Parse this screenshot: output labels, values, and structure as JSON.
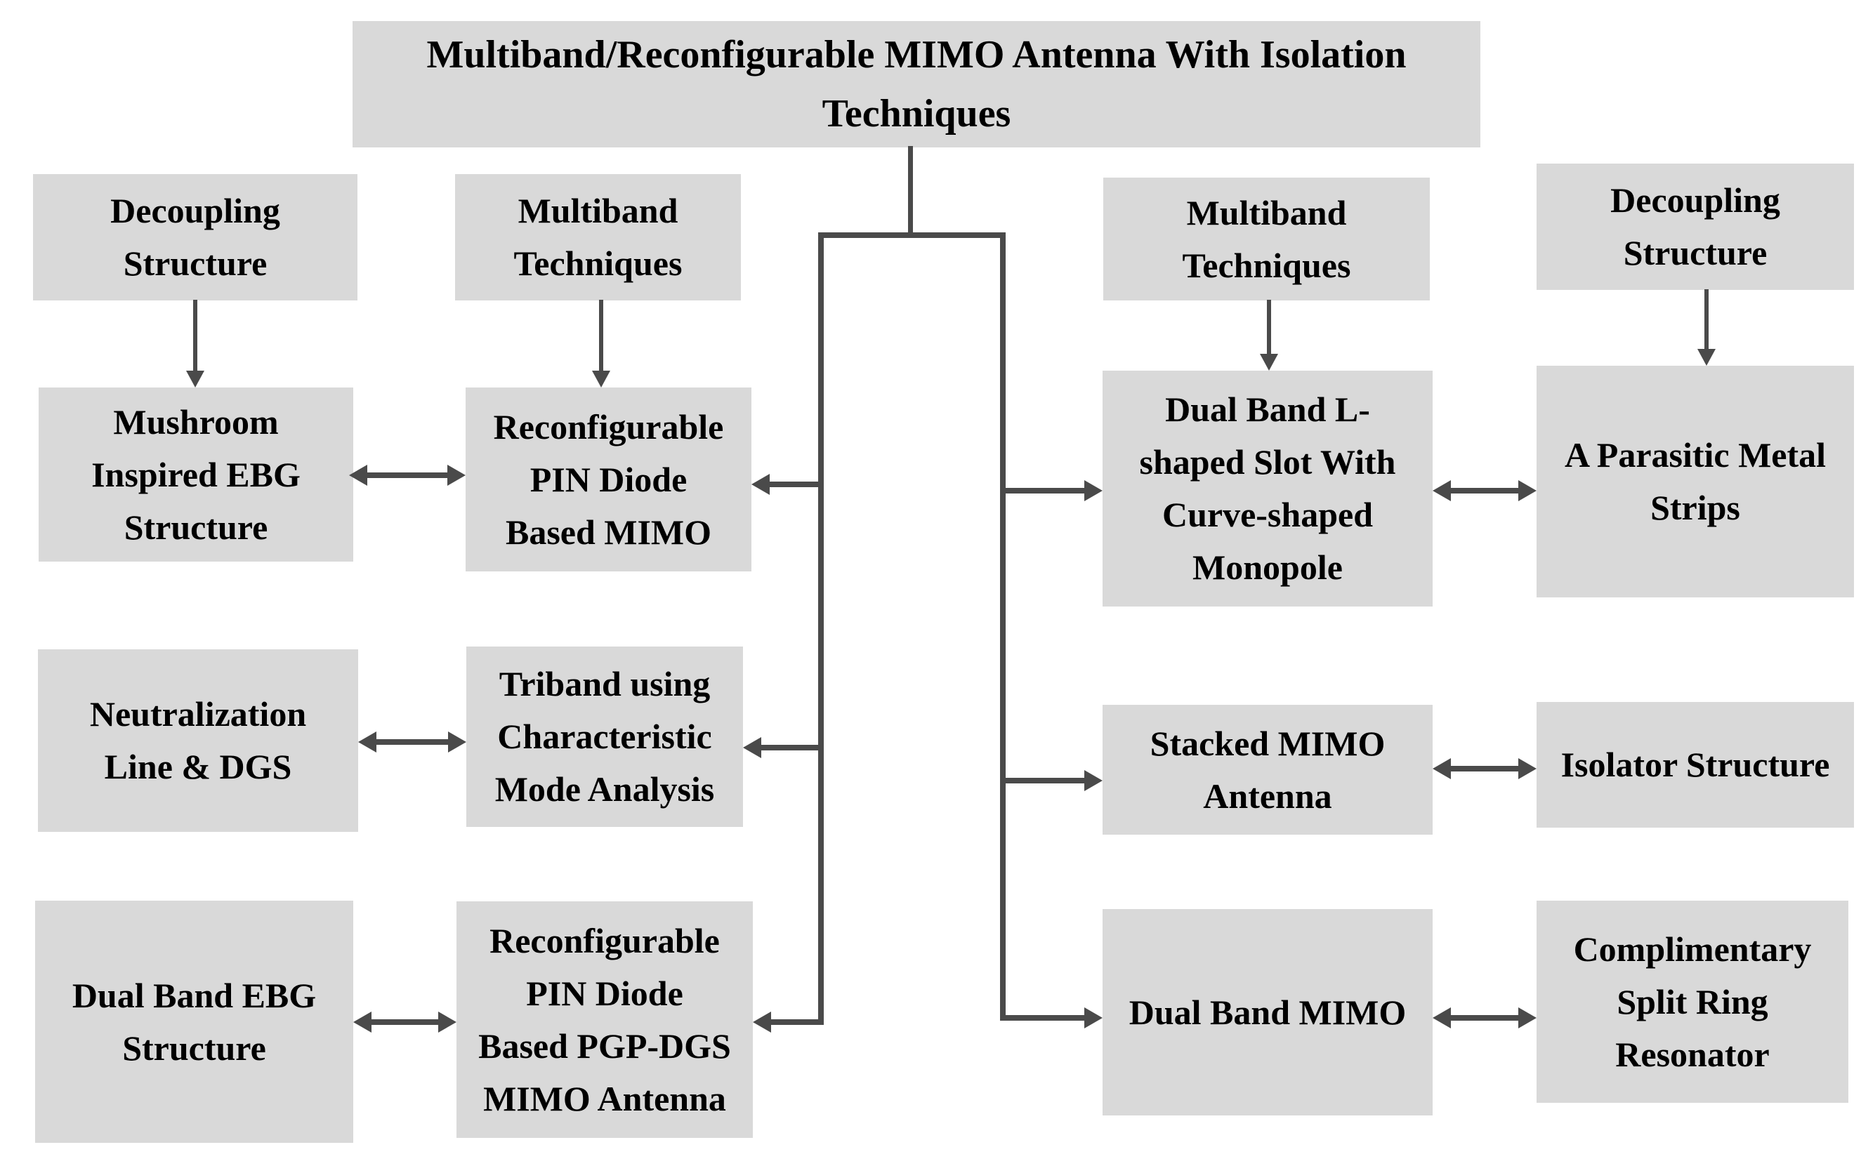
{
  "colors": {
    "box_fill": "#d9d9d9",
    "line": "#4a4a4a",
    "text": "#000000",
    "background": "#ffffff"
  },
  "nodes": {
    "title": {
      "label": "Multiband/Reconfigurable MIMO Antenna With Isolation\nTechniques"
    },
    "decoupling_structure_left": {
      "label": "Decoupling\nStructure"
    },
    "multiband_techniques_left": {
      "label": "Multiband\nTechniques"
    },
    "multiband_techniques_right": {
      "label": "Multiband\nTechniques"
    },
    "decoupling_structure_right": {
      "label": "Decoupling\nStructure"
    },
    "mushroom_inspired_ebg": {
      "label": "Mushroom\nInspired EBG\nStructure"
    },
    "reconfigurable_pin_diode_mimo": {
      "label": "Reconfigurable\nPIN Diode\nBased MIMO"
    },
    "dual_band_l_shaped_slot": {
      "label": "Dual Band L-\nshaped Slot With\nCurve-shaped\nMonopole"
    },
    "a_parasitic_metal_strips": {
      "label": "A Parasitic Metal\nStrips"
    },
    "neutralization_line_dgs": {
      "label": "Neutralization\nLine & DGS"
    },
    "triband_characteristic_mode": {
      "label": "Triband using\nCharacteristic\nMode Analysis"
    },
    "stacked_mimo_antenna": {
      "label": "Stacked MIMO\nAntenna"
    },
    "isolator_structure": {
      "label": "Isolator Structure"
    },
    "dual_band_ebg_structure": {
      "label": "Dual Band EBG\nStructure"
    },
    "reconfigurable_pin_pgp_dgs": {
      "label": "Reconfigurable\nPIN Diode\nBased PGP-DGS\nMIMO Antenna"
    },
    "dual_band_mimo": {
      "label": "Dual Band MIMO"
    },
    "complimentary_split_ring": {
      "label": "Complimentary\nSplit Ring\nResonator"
    }
  },
  "edges": [
    {
      "from": "title",
      "to": "reconfigurable_pin_diode_mimo",
      "style": "arrow"
    },
    {
      "from": "title",
      "to": "triband_characteristic_mode",
      "style": "arrow"
    },
    {
      "from": "title",
      "to": "reconfigurable_pin_pgp_dgs",
      "style": "arrow"
    },
    {
      "from": "title",
      "to": "dual_band_l_shaped_slot",
      "style": "arrow"
    },
    {
      "from": "title",
      "to": "stacked_mimo_antenna",
      "style": "arrow"
    },
    {
      "from": "title",
      "to": "dual_band_mimo",
      "style": "arrow"
    },
    {
      "from": "decoupling_structure_left",
      "to": "mushroom_inspired_ebg",
      "style": "arrow"
    },
    {
      "from": "multiband_techniques_left",
      "to": "reconfigurable_pin_diode_mimo",
      "style": "arrow"
    },
    {
      "from": "multiband_techniques_right",
      "to": "dual_band_l_shaped_slot",
      "style": "arrow"
    },
    {
      "from": "decoupling_structure_right",
      "to": "a_parasitic_metal_strips",
      "style": "arrow"
    },
    {
      "from": "mushroom_inspired_ebg",
      "to": "reconfigurable_pin_diode_mimo",
      "style": "double-arrow"
    },
    {
      "from": "neutralization_line_dgs",
      "to": "triband_characteristic_mode",
      "style": "double-arrow"
    },
    {
      "from": "dual_band_ebg_structure",
      "to": "reconfigurable_pin_pgp_dgs",
      "style": "double-arrow"
    },
    {
      "from": "dual_band_l_shaped_slot",
      "to": "a_parasitic_metal_strips",
      "style": "double-arrow"
    },
    {
      "from": "stacked_mimo_antenna",
      "to": "isolator_structure",
      "style": "double-arrow"
    },
    {
      "from": "dual_band_mimo",
      "to": "complimentary_split_ring",
      "style": "double-arrow"
    }
  ]
}
